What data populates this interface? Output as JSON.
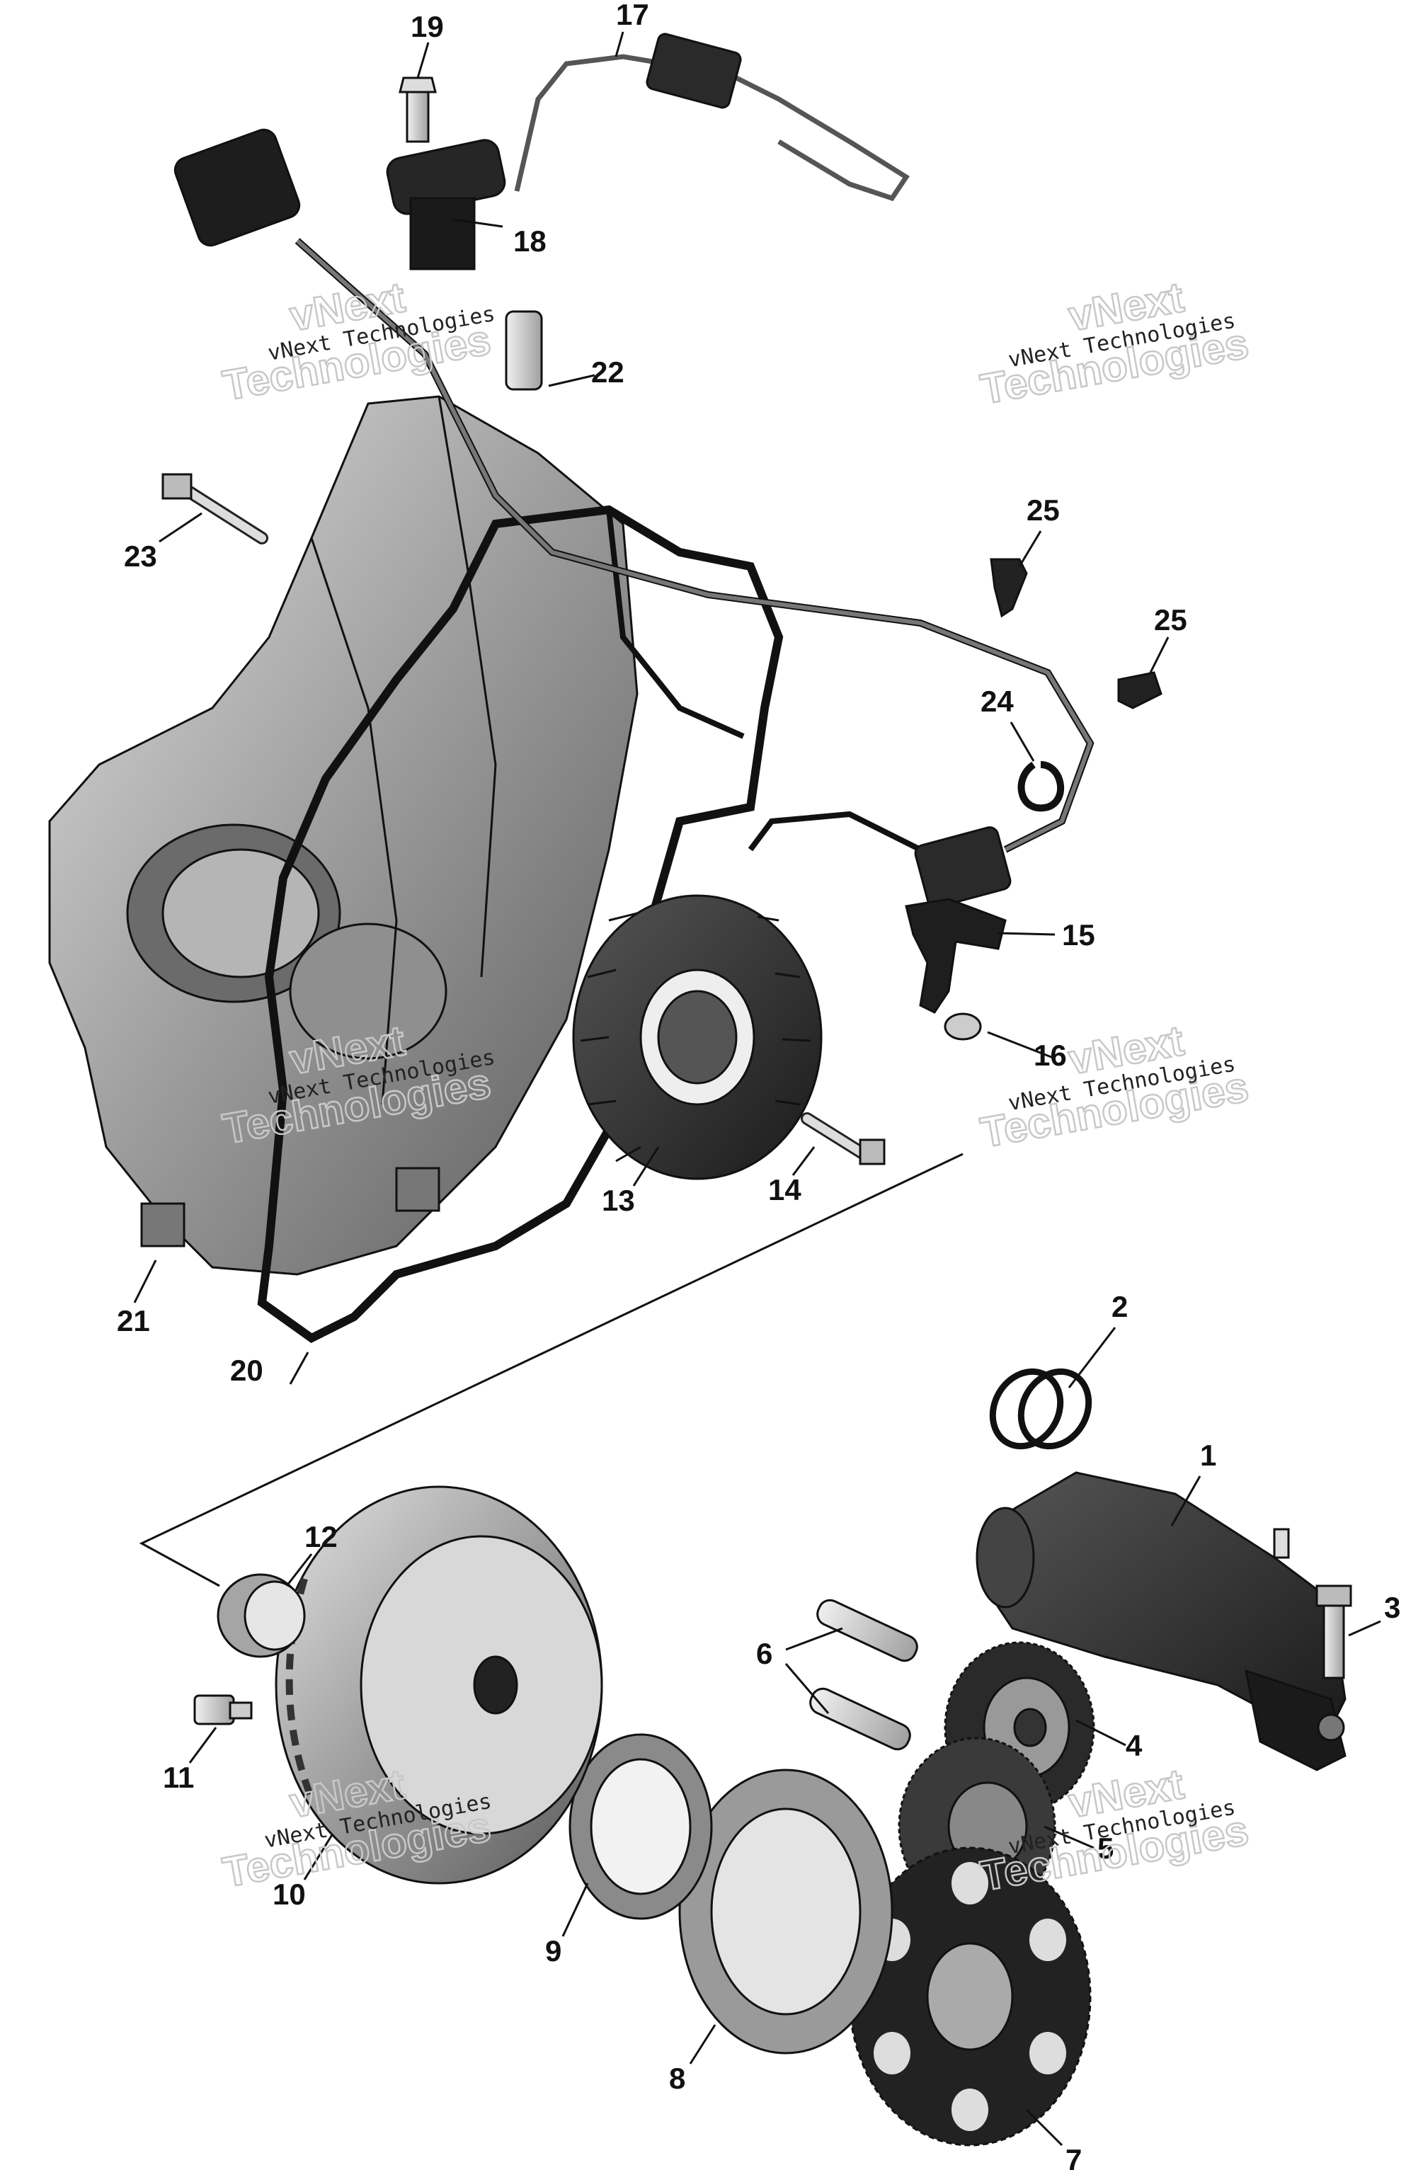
{
  "callouts": {
    "c1": "1",
    "c2": "2",
    "c3": "3",
    "c4": "4",
    "c5": "5",
    "c6": "6",
    "c7": "7",
    "c8": "8",
    "c9": "9",
    "c10": "10",
    "c11": "11",
    "c12": "12",
    "c13": "13",
    "c14": "14",
    "c15": "15",
    "c16": "16",
    "c17": "17",
    "c18": "18",
    "c19": "19",
    "c20": "20",
    "c21": "21",
    "c22": "22",
    "c23": "23",
    "c24": "24",
    "c25a": "25",
    "c25b": "25"
  },
  "watermark": {
    "brand_small": "vNext Technologies",
    "brand_big_line1": "vNext",
    "brand_big_line2": "Technologies"
  },
  "colors": {
    "line": "#111111",
    "part_dark": "#2a2a2a",
    "part_mid": "#8a8a8a",
    "part_light": "#c9c9c9",
    "watermark": "#c8c8c8"
  }
}
